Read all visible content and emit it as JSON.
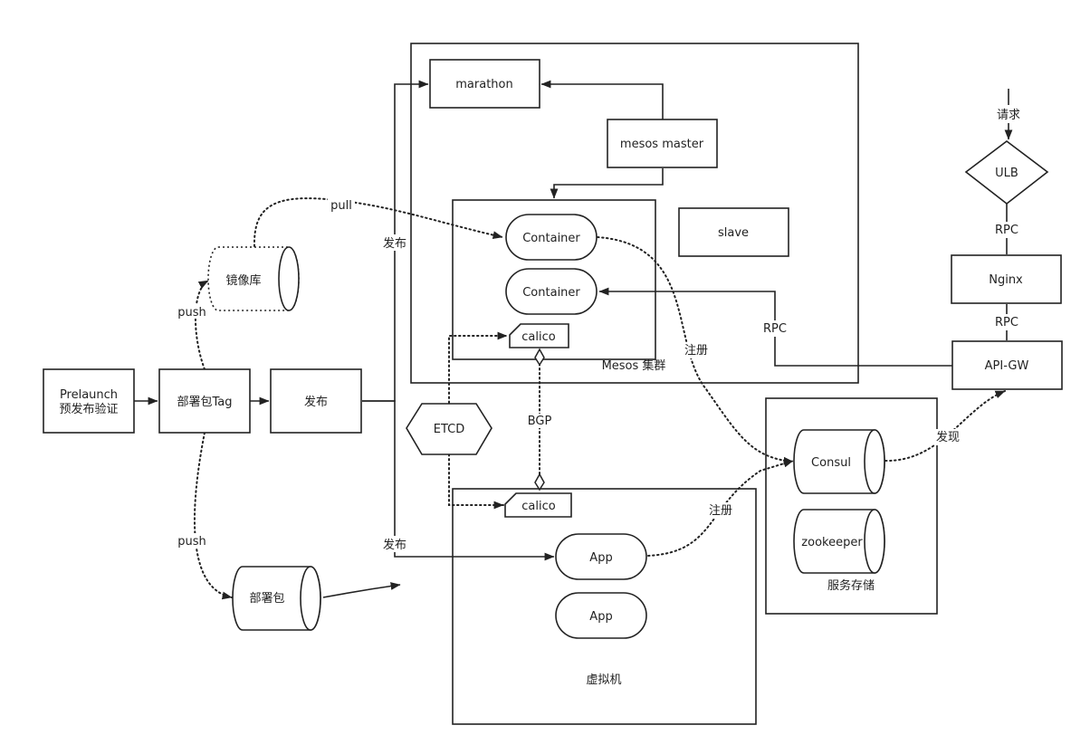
{
  "nodes": {
    "marathon": "marathon",
    "mesos_master": "mesos master",
    "slave": "slave",
    "container_1": "Container",
    "container_2": "Container",
    "calico_top": "calico",
    "mesos_cluster": "Mesos 集群",
    "prelaunch_line1": "Prelaunch",
    "prelaunch_line2": "预发布验证",
    "package_tag": "部署包Tag",
    "publish_box": "发布",
    "image_repo": "镜像库",
    "etcd": "ETCD",
    "package": "部署包",
    "calico_bottom": "calico",
    "app_1": "App",
    "app_2": "App",
    "vm": "虚拟机",
    "consul": "Consul",
    "zookeeper": "zookeeper",
    "service_storage": "服务存储",
    "request": "请求",
    "ulb": "ULB",
    "nginx": "Nginx",
    "api_gw": "API-GW"
  },
  "edge_labels": {
    "pull": "pull",
    "push_image": "push",
    "push_package": "push",
    "publish_upper": "发布",
    "publish_lower": "发布",
    "register_container": "注册",
    "register_app": "注册",
    "bgp": "BGP",
    "rpc_gw_container": "RPC",
    "rpc_ulb_nginx": "RPC",
    "rpc_nginx_gw": "RPC",
    "discover": "发现"
  }
}
